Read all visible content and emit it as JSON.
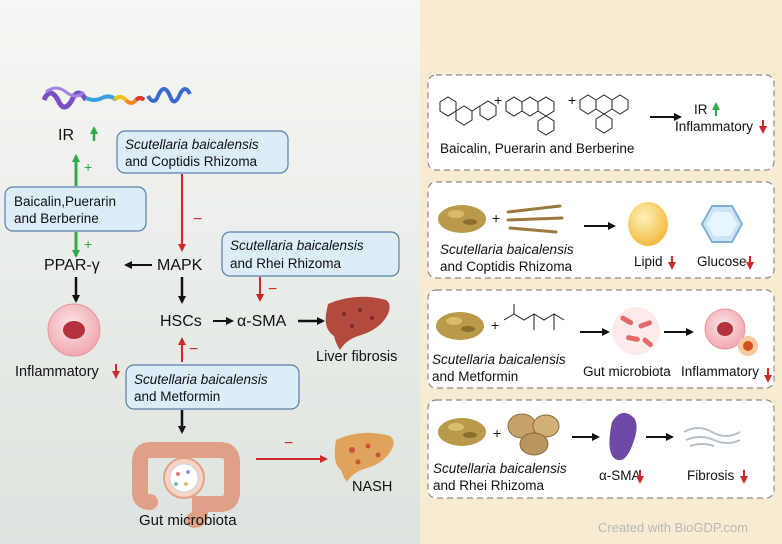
{
  "left": {
    "ir": "IR",
    "plus": "+",
    "minus": "−",
    "sc_box": {
      "line1": "Scutellaria baicalensis",
      "line2": "and Coptidis Rhizoma"
    },
    "bpb_box": {
      "line1": "Baicalin,Puerarin",
      "line2": "and Berberine"
    },
    "sr_box": {
      "line1": "Scutellaria baicalensis",
      "line2": "and Rhei Rhizoma"
    },
    "sm_box": {
      "line1": "Scutellaria baicalensis",
      "line2": "and Metformin"
    },
    "ppar": "PPAR-γ",
    "mapk": "MAPK",
    "hscs": "HSCs",
    "asma": "α-SMA",
    "inflammatory": "Inflammatory",
    "liver_fibrosis": "Liver fibrosis",
    "nash": "NASH",
    "gut": "Gut microbiota"
  },
  "right": {
    "panel1": {
      "compounds": "Baicalin, Puerarin and Berberine",
      "ir": "IR",
      "inflammatory": "Inflammatory"
    },
    "panel2": {
      "herb1": "Scutellaria baicalensis",
      "herb2": "and Coptidis Rhizoma",
      "lipid": "Lipid",
      "glucose": "Glucose"
    },
    "panel3": {
      "herb1": "Scutellaria baicalensis",
      "herb2": "and Metformin",
      "gut": "Gut microbiota",
      "inflammatory": "Inflammatory"
    },
    "panel4": {
      "herb1": "Scutellaria baicalensis",
      "herb2": "and Rhei Rhizoma",
      "asma": "α-SMA",
      "fibrosis": "Fibrosis"
    }
  },
  "watermark": "Created with BioGDP.com",
  "colors": {
    "up": "#2eaa4a",
    "down": "#cc2a2a",
    "box_fill": "#dcedf8",
    "box_stroke": "#5a7fa8",
    "right_bg": "#f7ecd2"
  }
}
